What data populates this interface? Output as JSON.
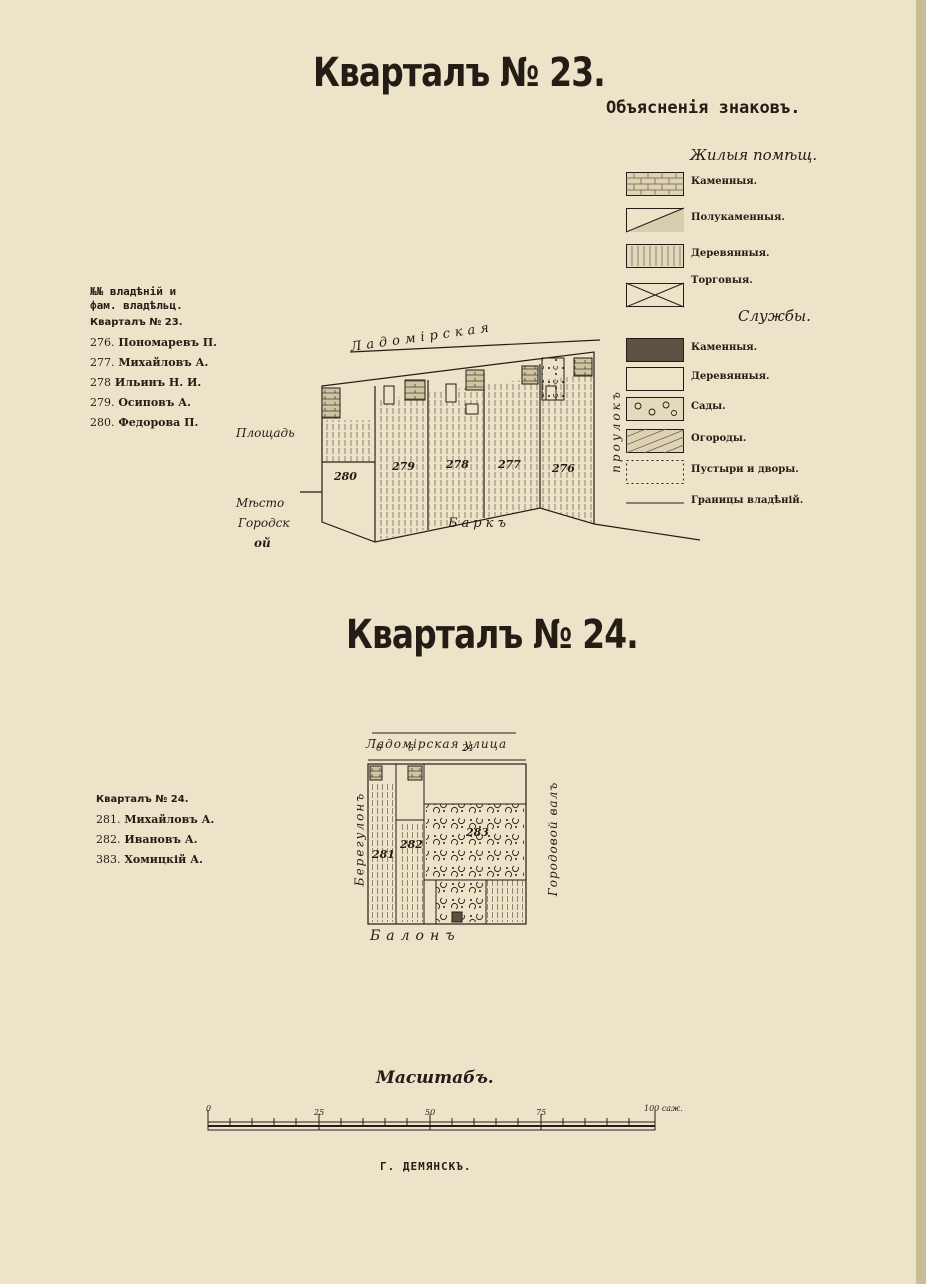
{
  "block23": {
    "title": "Кварталъ № 23",
    "dot": ".",
    "owners_header": [
      "№№ владѣній и",
      "фам. владѣльц."
    ],
    "quarter_label": "Кварталъ № 23.",
    "owners": [
      {
        "num": "276.",
        "name": "Пономаревъ П."
      },
      {
        "num": "277.",
        "name": "Михайловъ А."
      },
      {
        "num": "278",
        "name": "Ильинъ Н. И."
      },
      {
        "num": "279.",
        "name": "Осиповъ А."
      },
      {
        "num": "280.",
        "name": "Федорова П."
      }
    ],
    "streets": {
      "top": "Ладомірская",
      "left": "Площадь",
      "bottom": "Баркъ",
      "right": "проулокъ",
      "lower_left_1": "Мѣсто",
      "lower_left_2": "Городск",
      "lower_left_3": "ой"
    },
    "plots": [
      "280",
      "279",
      "278",
      "277",
      "276"
    ]
  },
  "block24": {
    "title": "Кварталъ № 24",
    "dot": ".",
    "quarter_label": "Кварталъ № 24.",
    "owners": [
      {
        "num": "281.",
        "name": "Михайловъ А."
      },
      {
        "num": "282.",
        "name": "Ивановъ А."
      },
      {
        "num": "383.",
        "name": "Хомицкій А."
      }
    ],
    "streets": {
      "top": "Ладомірская улица",
      "left": "Берегулонъ",
      "right": "Городовой валъ",
      "bottom": "Балонъ"
    },
    "plots": [
      "281",
      "282",
      "283"
    ],
    "top_dims": [
      "6",
      "6",
      "24"
    ]
  },
  "legend": {
    "title": "Объясненія знаковъ.",
    "dwellings_title": "Жилыя помѣщ.",
    "dwellings": [
      {
        "label": "Каменныя.",
        "pattern": "brick"
      },
      {
        "label": "Полукаменныя.",
        "pattern": "half"
      },
      {
        "label": "Деревянныя.",
        "pattern": "wood"
      },
      {
        "label": "Торговыя.",
        "pattern": "cross"
      }
    ],
    "services_title": "Службы.",
    "services": [
      {
        "label": "Каменныя.",
        "pattern": "dark"
      },
      {
        "label": "Деревянныя.",
        "pattern": "plain"
      },
      {
        "label": "Сады.",
        "pattern": "garden"
      },
      {
        "label": "Огороды.",
        "pattern": "hatch"
      },
      {
        "label": "Пустыри и дворы.",
        "pattern": "dotted"
      },
      {
        "label": "Границы владѣній.",
        "pattern": "line"
      }
    ]
  },
  "scale": {
    "title": "Масштабъ.",
    "ticks": [
      "0",
      "25",
      "50",
      "75"
    ],
    "end_label": "100 саж."
  },
  "footer": "Г. ДЕМЯНСКЪ.",
  "colors": {
    "paper": "#ece3c9",
    "ink": "#231d16"
  }
}
